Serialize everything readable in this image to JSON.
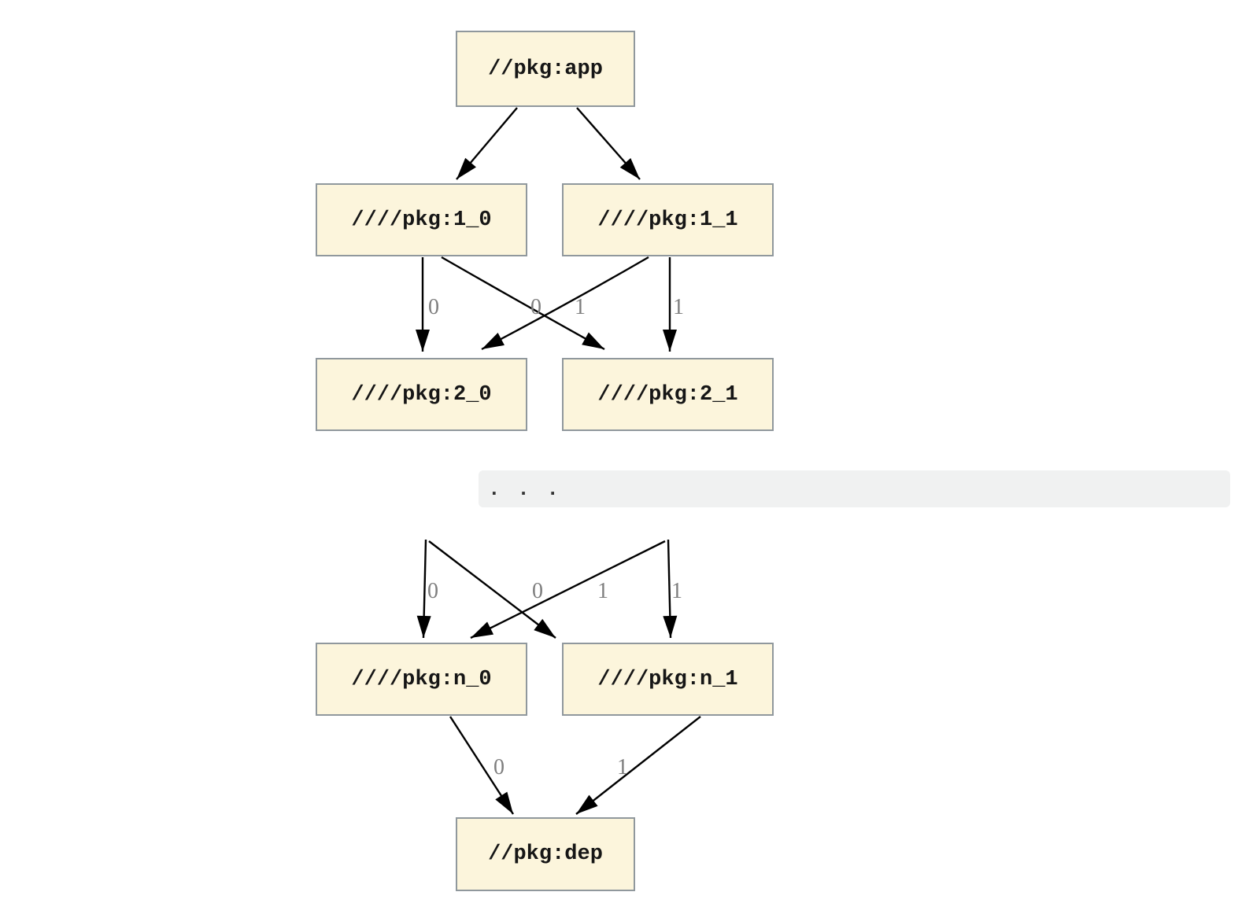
{
  "diagram": {
    "kind": "package-dependency-graph",
    "colors": {
      "node_fill": "#fcf5dc",
      "node_border": "#90989d",
      "edge": "#000000",
      "edge_label": "#7e7e7e",
      "separator_bg": "#f0f1f1"
    },
    "top_graph": {
      "nodes": [
        {
          "id": "app",
          "label": "//pkg:app"
        },
        {
          "id": "1_0",
          "label": "////pkg:1_0"
        },
        {
          "id": "1_1",
          "label": "////pkg:1_1"
        },
        {
          "id": "2_0",
          "label": "////pkg:2_0"
        },
        {
          "id": "2_1",
          "label": "////pkg:2_1"
        }
      ],
      "edges": [
        {
          "from": "app",
          "to": "1_0",
          "label": ""
        },
        {
          "from": "app",
          "to": "1_1",
          "label": ""
        },
        {
          "from": "1_0",
          "to": "2_0",
          "label": "0"
        },
        {
          "from": "1_1",
          "to": "2_0",
          "label": "0"
        },
        {
          "from": "1_0",
          "to": "2_1",
          "label": "1"
        },
        {
          "from": "1_1",
          "to": "2_1",
          "label": "1"
        }
      ]
    },
    "separator": {
      "text": ". . ."
    },
    "bottom_graph": {
      "nodes": [
        {
          "id": "n_0",
          "label": "////pkg:n_0"
        },
        {
          "id": "n_1",
          "label": "////pkg:n_1"
        },
        {
          "id": "dep",
          "label": "//pkg:dep"
        }
      ],
      "edges": [
        {
          "to": "n_0",
          "label": "0"
        },
        {
          "to": "n_0",
          "label": "0"
        },
        {
          "to": "n_1",
          "label": "1"
        },
        {
          "to": "n_1",
          "label": "1"
        },
        {
          "from": "n_0",
          "to": "dep",
          "label": "0"
        },
        {
          "from": "n_1",
          "to": "dep",
          "label": "1"
        }
      ]
    }
  }
}
